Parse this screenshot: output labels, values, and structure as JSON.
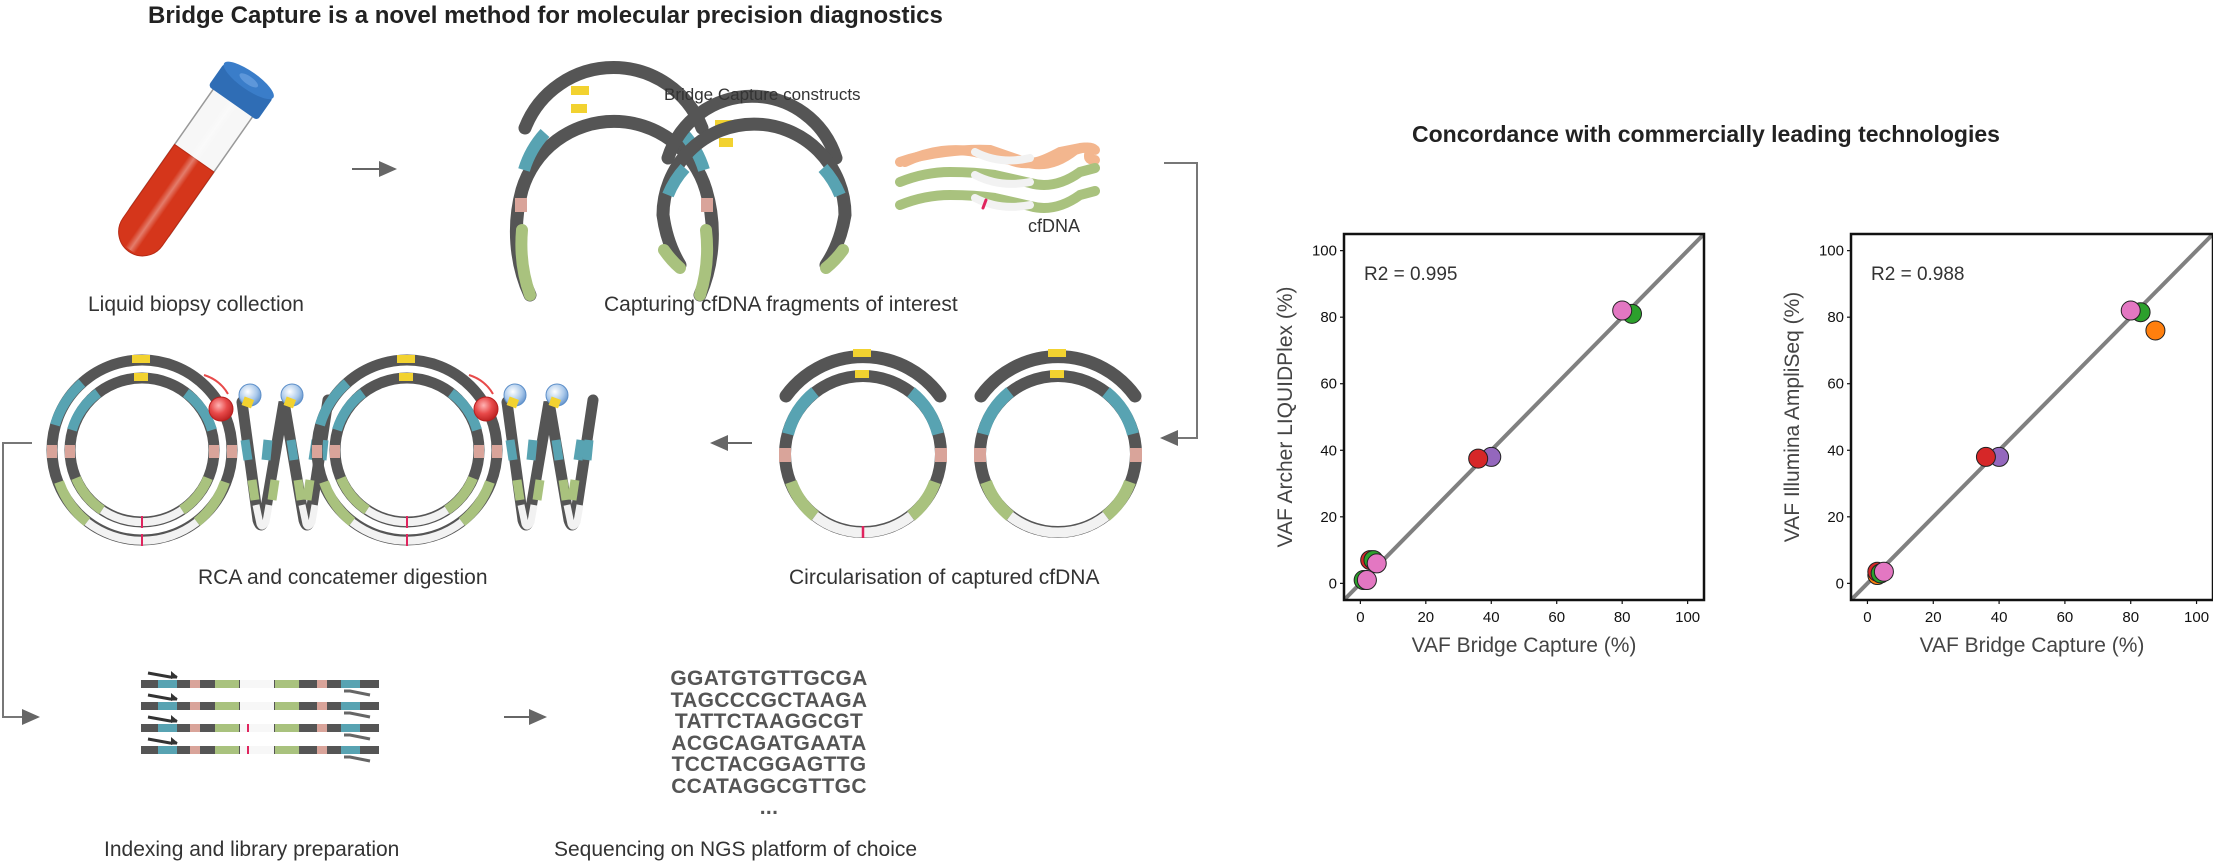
{
  "figure": {
    "title": "Bridge Capture is a novel method for molecular precision diagnostics",
    "concordance_title": "Concordance with commercially leading technologies"
  },
  "workflow": {
    "steps": [
      {
        "label": "Liquid biopsy collection",
        "icon": "blood-tube-icon"
      },
      {
        "label": "Capturing cfDNA fragments of interest",
        "icon": "capture-constructs-icon"
      },
      {
        "label": "Circularisation of captured cfDNA",
        "icon": "circularised-dna-icon"
      },
      {
        "label": "RCA and concatemer digestion",
        "icon": "rca-concatemer-icon"
      },
      {
        "label": "Indexing and library preparation",
        "icon": "library-strands-icon"
      },
      {
        "label": "Sequencing on NGS platform of choice",
        "icon": "sequence-reads-icon"
      }
    ],
    "annotations": {
      "constructs": "Bridge Capture constructs",
      "cfdna": "cfDNA"
    },
    "sequences": [
      "GGATGTGTTGCGA",
      "TAGCCCGCTAAGA",
      "TATTCTAAGGCGT",
      "ACGCAGATGAATA",
      "TCCTACGGAGTTG",
      "CCATAGGCGTTGC",
      "..."
    ],
    "colors": {
      "backbone": "#555555",
      "target_arm": "#a9c27e",
      "adapter": "#58a3b2",
      "index": "#d9a49a",
      "cleavage": "#f2d230",
      "cfdna_insert": "#f2f2f2",
      "mutation": "#e0245e",
      "cfdna_alt": "#f3b68e",
      "tube_blood": "#d5361b",
      "tube_cap": "#2f6db5"
    }
  },
  "chart_data": [
    {
      "type": "scatter",
      "title": "",
      "annotation": "R2 = 0.995",
      "xlabel": "VAF Bridge Capture (%)",
      "ylabel": "VAF Archer  LIQUIDPlex (%)",
      "xlim": [
        -5,
        105
      ],
      "ylim": [
        -5,
        105
      ],
      "xticks": [
        0,
        20,
        40,
        60,
        80,
        100
      ],
      "yticks": [
        0,
        20,
        40,
        60,
        80,
        100
      ],
      "grid": false,
      "reference_line": {
        "slope": 1,
        "intercept": 0,
        "color": "#808080"
      },
      "points": [
        {
          "x": 1,
          "y": 1,
          "color": "#2ca02c"
        },
        {
          "x": 2,
          "y": 1,
          "color": "#e377c2"
        },
        {
          "x": 3,
          "y": 7,
          "color": "#d62728"
        },
        {
          "x": 4,
          "y": 7,
          "color": "#2ca02c"
        },
        {
          "x": 5,
          "y": 6,
          "color": "#e377c2"
        },
        {
          "x": 40,
          "y": 38,
          "color": "#9467bd"
        },
        {
          "x": 36,
          "y": 37.5,
          "color": "#d62728"
        },
        {
          "x": 83,
          "y": 81,
          "color": "#2ca02c"
        },
        {
          "x": 80,
          "y": 82,
          "color": "#e377c2"
        }
      ]
    },
    {
      "type": "scatter",
      "title": "",
      "annotation": "R2 = 0.988",
      "xlabel": "VAF Bridge Capture (%)",
      "ylabel": "VAF Illumina AmpliSeq (%)",
      "xlim": [
        -5,
        105
      ],
      "ylim": [
        -5,
        105
      ],
      "xticks": [
        0,
        20,
        40,
        60,
        80,
        100
      ],
      "yticks": [
        0,
        20,
        40,
        60,
        80,
        100
      ],
      "grid": false,
      "reference_line": {
        "slope": 1,
        "intercept": 0,
        "color": "#808080"
      },
      "points": [
        {
          "x": 3,
          "y": 2.5,
          "color": "#ff7f0e"
        },
        {
          "x": 3,
          "y": 3.5,
          "color": "#d62728"
        },
        {
          "x": 4,
          "y": 3,
          "color": "#2ca02c"
        },
        {
          "x": 5,
          "y": 3.5,
          "color": "#e377c2"
        },
        {
          "x": 40,
          "y": 38,
          "color": "#9467bd"
        },
        {
          "x": 36,
          "y": 38,
          "color": "#d62728"
        },
        {
          "x": 83,
          "y": 81.5,
          "color": "#2ca02c"
        },
        {
          "x": 80,
          "y": 82,
          "color": "#e377c2"
        },
        {
          "x": 87.5,
          "y": 76,
          "color": "#ff7f0e"
        }
      ]
    }
  ]
}
